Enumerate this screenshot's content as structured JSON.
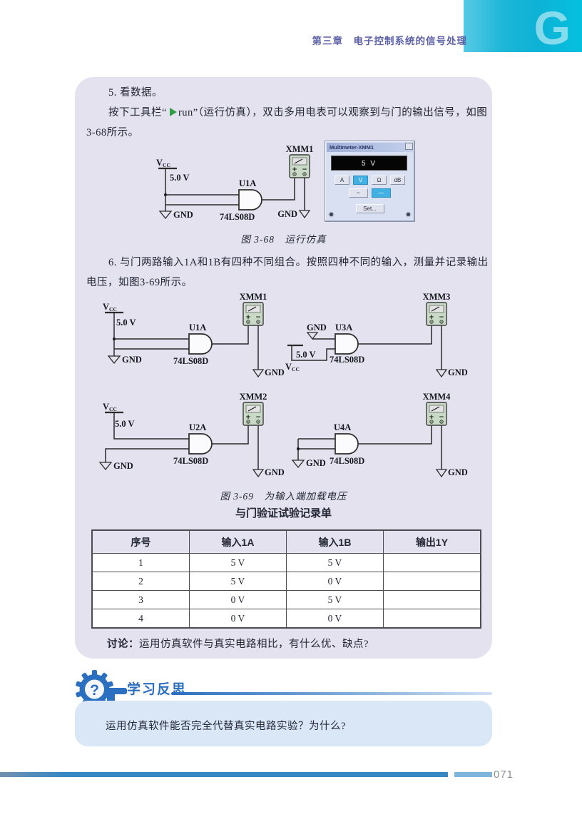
{
  "header": {
    "chapter": "第三章　电子控制系统的信号处理",
    "logo_letter": "G"
  },
  "body": {
    "step5_title": "5. 看数据。",
    "step5_line1_pre": "按下工具栏“",
    "run_label": "run",
    "step5_line1_post": "”（运行仿真），双击多用电表可以观察到与门的输出信号，如图",
    "step5_line2": "3-68所示。",
    "fig68_caption": "图 3-68　运行仿真",
    "step6_line1": "6. 与门两路输入1A和1B有四种不同组合。按照四种不同的输入，测量并记录输出",
    "step6_line2": "电压，如图3-69所示。",
    "fig69_caption": "图 3-69　为输入端加载电压",
    "discussion_label": "讨论：",
    "discussion_text": "运用仿真软件与真实电路相比，有什么优、缺点?"
  },
  "multimeter_dialog": {
    "title": "Multimeter-XMM1",
    "reading": "5 V",
    "mode_buttons": [
      "A",
      "V",
      "Ω",
      "dB"
    ],
    "wave_button": "~",
    "dc_button": "—",
    "set_button": "Set..."
  },
  "meter": {
    "plus": "+",
    "minus": "−"
  },
  "circuits": {
    "fig68": {
      "meter": "XMM1",
      "vcc": "V",
      "vcc_sub": "CC",
      "volt": "5.0 V",
      "gate": "U1A",
      "chip": "74LS08D",
      "gnd_in": "GND",
      "gnd_out": "GND"
    },
    "c1": {
      "meter": "XMM1",
      "vcc": "V",
      "vcc_sub": "CC",
      "volt": "5.0 V",
      "gate": "U1A",
      "chip": "74LS08D",
      "gnd_in": "GND",
      "gnd_out": "GND"
    },
    "c2": {
      "meter": "XMM3",
      "vcc": "V",
      "vcc_sub": "CC",
      "volt": "5.0 V",
      "gate": "U3A",
      "chip": "74LS08D",
      "gnd_in": "GND",
      "gnd_out": "GND"
    },
    "c3": {
      "meter": "XMM2",
      "vcc": "V",
      "vcc_sub": "CC",
      "volt": "5.0 V",
      "gate": "U2A",
      "chip": "74LS08D",
      "gnd_in": "GND",
      "gnd_out": "GND"
    },
    "c4": {
      "meter": "XMM4",
      "gate": "U4A",
      "chip": "74LS08D",
      "gnd_in": "GND",
      "gnd_out": "GND"
    }
  },
  "table": {
    "title": "与门验证试验记录单",
    "headers": [
      "序号",
      "输入1A",
      "输入1B",
      "输出1Y"
    ],
    "rows": [
      [
        "1",
        "5 V",
        "5 V",
        ""
      ],
      [
        "2",
        "5 V",
        "0 V",
        ""
      ],
      [
        "3",
        "0 V",
        "5 V",
        ""
      ],
      [
        "4",
        "0 V",
        "0 V",
        ""
      ]
    ]
  },
  "reflection": {
    "title": "学习反思",
    "icon_q": "?",
    "question": "运用仿真软件能否完全代替真实电路实验？为什么?"
  },
  "footer": {
    "page_number": "071"
  },
  "colors": {
    "accent_teal": "#14b9d6",
    "header_text": "#5d61a8",
    "panel": "#e3e2ee",
    "reflection_box": "#d9e7f7",
    "reflection_blue": "#2b6fc0",
    "footer_blue": "#3787c3",
    "footer_light_blue": "#7fb5dd",
    "meter_green": "#c9dbc6",
    "run_green": "#2e9e45",
    "dialog_highlight": "#41b1e4"
  }
}
